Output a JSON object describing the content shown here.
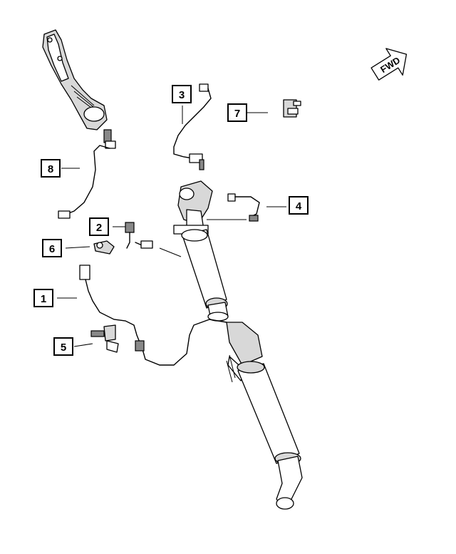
{
  "callouts": [
    {
      "id": "1",
      "label": "1"
    },
    {
      "id": "2",
      "label": "2"
    },
    {
      "id": "3",
      "label": "3"
    },
    {
      "id": "4",
      "label": "4"
    },
    {
      "id": "5",
      "label": "5"
    },
    {
      "id": "6",
      "label": "6"
    },
    {
      "id": "7",
      "label": "7"
    },
    {
      "id": "8",
      "label": "8"
    }
  ],
  "orientation_marker": {
    "label": "FWD",
    "icon": "forward-arrow-icon"
  }
}
